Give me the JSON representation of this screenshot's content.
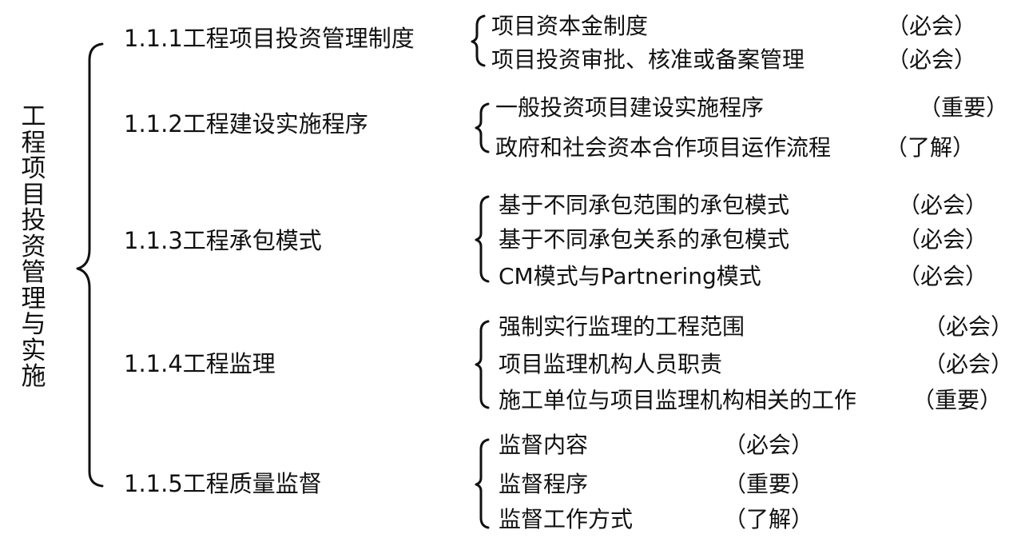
{
  "root": {
    "title": "工程项目投资管理与实施"
  },
  "sections": [
    {
      "label": "1.1.1工程项目投资管理制度",
      "items": [
        {
          "text": "项目资本金制度",
          "tag": "（必会）"
        },
        {
          "text": "项目投资审批、核准或备案管理",
          "tag": "（必会）"
        }
      ]
    },
    {
      "label": "1.1.2工程建设实施程序",
      "items": [
        {
          "text": "一般投资项目建设实施程序",
          "tag": "（重要）"
        },
        {
          "text": "政府和社会资本合作项目运作流程",
          "tag": "（了解）"
        }
      ]
    },
    {
      "label": "1.1.3工程承包模式",
      "items": [
        {
          "text": "基于不同承包范围的承包模式",
          "tag": "（必会）"
        },
        {
          "text": "基于不同承包关系的承包模式",
          "tag": "（必会）"
        },
        {
          "text": "CM模式与Partnering模式",
          "tag": "（必会）"
        }
      ]
    },
    {
      "label": "1.1.4工程监理",
      "items": [
        {
          "text": "强制实行监理的工程范围",
          "tag": "（必会）"
        },
        {
          "text": "项目监理机构人员职责",
          "tag": "（必会）"
        },
        {
          "text": "施工单位与项目监理机构相关的工作",
          "tag": "（重要）"
        }
      ]
    },
    {
      "label": "1.1.5工程质量监督",
      "items": [
        {
          "text": "监督内容",
          "tag": "（必会）"
        },
        {
          "text": "监督程序",
          "tag": "（重要）"
        },
        {
          "text": "监督工作方式",
          "tag": "（了解）"
        }
      ]
    }
  ]
}
